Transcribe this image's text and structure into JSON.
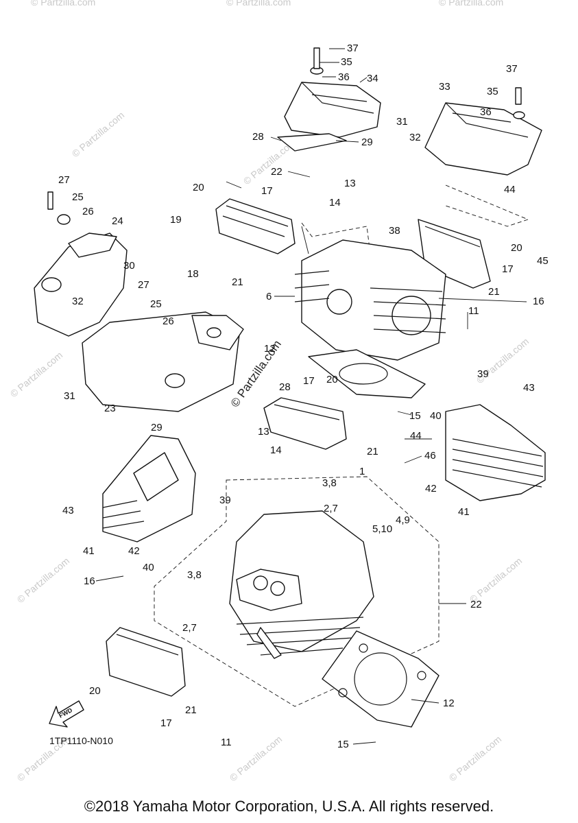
{
  "diagram": {
    "code": "1TP1110-N010",
    "copyright": "©2018 Yamaha Motor Corporation, U.S.A. All rights reserved.",
    "watermark": "© Partzilla.com",
    "fwd_label": "FWD"
  },
  "callouts": [
    {
      "id": "c37a",
      "text": "37"
    },
    {
      "id": "c35a",
      "text": "35"
    },
    {
      "id": "c36a",
      "text": "36"
    },
    {
      "id": "c34",
      "text": "34"
    },
    {
      "id": "c33",
      "text": "33"
    },
    {
      "id": "c37b",
      "text": "37"
    },
    {
      "id": "c35b",
      "text": "35"
    },
    {
      "id": "c36b",
      "text": "36"
    },
    {
      "id": "c28a",
      "text": "28"
    },
    {
      "id": "c29a",
      "text": "29"
    },
    {
      "id": "c31a",
      "text": "31"
    },
    {
      "id": "c32a",
      "text": "32"
    },
    {
      "id": "c22a",
      "text": "22"
    },
    {
      "id": "c13a",
      "text": "13"
    },
    {
      "id": "c20a",
      "text": "20"
    },
    {
      "id": "c17a",
      "text": "17"
    },
    {
      "id": "c44a",
      "text": "44"
    },
    {
      "id": "c27a",
      "text": "27"
    },
    {
      "id": "c25a",
      "text": "25"
    },
    {
      "id": "c26a",
      "text": "26"
    },
    {
      "id": "c24",
      "text": "24"
    },
    {
      "id": "c14a",
      "text": "14"
    },
    {
      "id": "c38",
      "text": "38"
    },
    {
      "id": "c19",
      "text": "19"
    },
    {
      "id": "c20b",
      "text": "20"
    },
    {
      "id": "c45",
      "text": "45"
    },
    {
      "id": "c30",
      "text": "30"
    },
    {
      "id": "c18",
      "text": "18"
    },
    {
      "id": "c21a",
      "text": "21"
    },
    {
      "id": "c17b",
      "text": "17"
    },
    {
      "id": "c16a",
      "text": "16"
    },
    {
      "id": "c27b",
      "text": "27"
    },
    {
      "id": "c32b",
      "text": "32"
    },
    {
      "id": "c6",
      "text": "6"
    },
    {
      "id": "c21b",
      "text": "21"
    },
    {
      "id": "c25b",
      "text": "25"
    },
    {
      "id": "c26b",
      "text": "26"
    },
    {
      "id": "c11a",
      "text": "11"
    },
    {
      "id": "c12a",
      "text": "12"
    },
    {
      "id": "c39a",
      "text": "39"
    },
    {
      "id": "c31b",
      "text": "31"
    },
    {
      "id": "c28b",
      "text": "28"
    },
    {
      "id": "c17c",
      "text": "17"
    },
    {
      "id": "c20c",
      "text": "20"
    },
    {
      "id": "c43a",
      "text": "43"
    },
    {
      "id": "c23",
      "text": "23"
    },
    {
      "id": "c15a",
      "text": "15"
    },
    {
      "id": "c40a",
      "text": "40"
    },
    {
      "id": "c29b",
      "text": "29"
    },
    {
      "id": "c13b",
      "text": "13"
    },
    {
      "id": "c44b",
      "text": "44"
    },
    {
      "id": "c21c",
      "text": "21"
    },
    {
      "id": "c14b",
      "text": "14"
    },
    {
      "id": "c46",
      "text": "46"
    },
    {
      "id": "c1",
      "text": "1"
    },
    {
      "id": "c38b",
      "text": "3,8"
    },
    {
      "id": "c42a",
      "text": "42"
    },
    {
      "id": "c43b",
      "text": "43"
    },
    {
      "id": "c39b",
      "text": "39"
    },
    {
      "id": "c27c",
      "text": "2,7"
    },
    {
      "id": "c41a",
      "text": "41"
    },
    {
      "id": "c49",
      "text": "4,9"
    },
    {
      "id": "c510",
      "text": "5,10"
    },
    {
      "id": "c41b",
      "text": "41"
    },
    {
      "id": "c42b",
      "text": "42"
    },
    {
      "id": "c40b",
      "text": "40"
    },
    {
      "id": "c16b",
      "text": "16"
    },
    {
      "id": "c38c",
      "text": "3,8"
    },
    {
      "id": "c22b",
      "text": "22"
    },
    {
      "id": "c27d",
      "text": "2,7"
    },
    {
      "id": "c20d",
      "text": "20"
    },
    {
      "id": "c12b",
      "text": "12"
    },
    {
      "id": "c21d",
      "text": "21"
    },
    {
      "id": "c17d",
      "text": "17"
    },
    {
      "id": "c11b",
      "text": "11"
    },
    {
      "id": "c15b",
      "text": "15"
    }
  ]
}
